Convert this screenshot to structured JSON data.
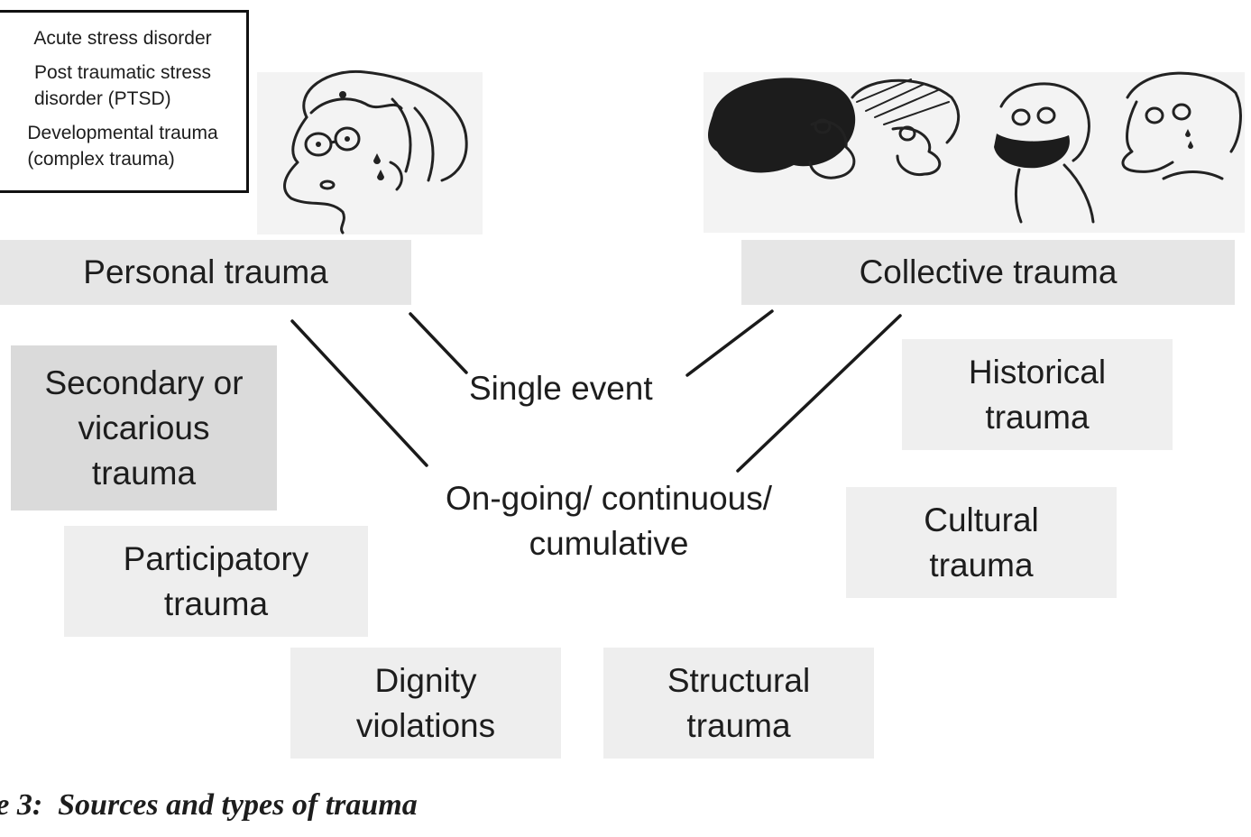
{
  "legend": {
    "items": [
      [
        "Acute stress disorder"
      ],
      [
        "Post traumatic stress",
        "disorder (PTSD)"
      ],
      [
        "Developmental trauma",
        "(complex trauma)"
      ]
    ]
  },
  "categories": {
    "personal": "Personal trauma",
    "collective": "Collective trauma"
  },
  "durations": {
    "single": "Single event",
    "ongoing": [
      "On-going/ continuous/",
      "cumulative"
    ]
  },
  "types": {
    "secondary": [
      "Secondary or",
      "vicarious",
      "trauma"
    ],
    "participatory": [
      "Participatory",
      "trauma"
    ],
    "dignity": [
      "Dignity",
      "violations"
    ],
    "structural": [
      "Structural",
      "trauma"
    ],
    "historical": [
      "Historical",
      "trauma"
    ],
    "cultural": [
      "Cultural",
      "trauma"
    ]
  },
  "caption": "re 3:  Sources and types of trauma",
  "illustrations": {
    "left": "distressed-person-icon",
    "right": "group-of-people-icon"
  }
}
